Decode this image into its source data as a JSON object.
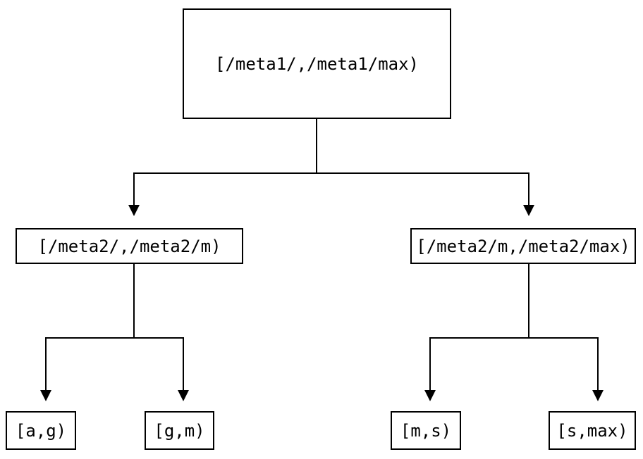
{
  "diagram": {
    "type": "tree",
    "background_color": "#ffffff",
    "line_color": "#000000",
    "box_border_color": "#000000",
    "box_fill_color": "#ffffff",
    "text_color": "#000000",
    "nodes": [
      {
        "id": "root",
        "label": "[/meta1/,/meta1/max)"
      },
      {
        "id": "range-left",
        "label": "[/meta2/,/meta2/m)"
      },
      {
        "id": "range-right",
        "label": "[/meta2/m,/meta2/max)"
      },
      {
        "id": "leaf-ag",
        "label": "[a,g)"
      },
      {
        "id": "leaf-gm",
        "label": "[g,m)"
      },
      {
        "id": "leaf-ms",
        "label": "[m,s)"
      },
      {
        "id": "leaf-smax",
        "label": "[s,max)"
      }
    ],
    "edges": [
      {
        "from": "root",
        "to": "range-left"
      },
      {
        "from": "root",
        "to": "range-right"
      },
      {
        "from": "range-left",
        "to": "leaf-ag"
      },
      {
        "from": "range-left",
        "to": "leaf-gm"
      },
      {
        "from": "range-right",
        "to": "leaf-ms"
      },
      {
        "from": "range-right",
        "to": "leaf-smax"
      }
    ]
  }
}
